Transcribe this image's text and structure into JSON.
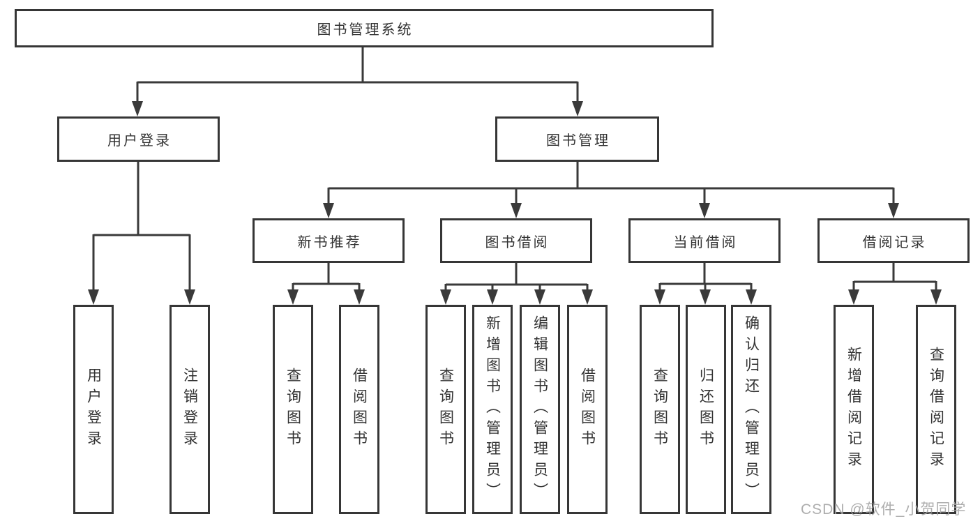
{
  "diagram": {
    "root": {
      "label": "图书管理系统"
    },
    "level2": [
      {
        "label": "用户登录"
      },
      {
        "label": "图书管理"
      }
    ],
    "login_children": [
      "用户登录",
      "注销登录"
    ],
    "modules": [
      {
        "label": "新书推荐",
        "children": [
          "查询图书",
          "借阅图书"
        ]
      },
      {
        "label": "图书借阅",
        "children": [
          "查询图书",
          "新增图书（管理员）",
          "编辑图书（管理员）",
          "借阅图书"
        ]
      },
      {
        "label": "当前借阅",
        "children": [
          "查询图书",
          "归还图书",
          "确认归还（管理员）"
        ]
      },
      {
        "label": "借阅记录",
        "children": [
          "新增借阅记录",
          "查询借阅记录"
        ]
      }
    ],
    "watermark": "CSDN @软件_小贺同学",
    "colors": {
      "line": "#3a3a3a",
      "border": "#363636",
      "text": "#333333",
      "watermark": "#a5a5a5",
      "background": "#ffffff"
    }
  }
}
